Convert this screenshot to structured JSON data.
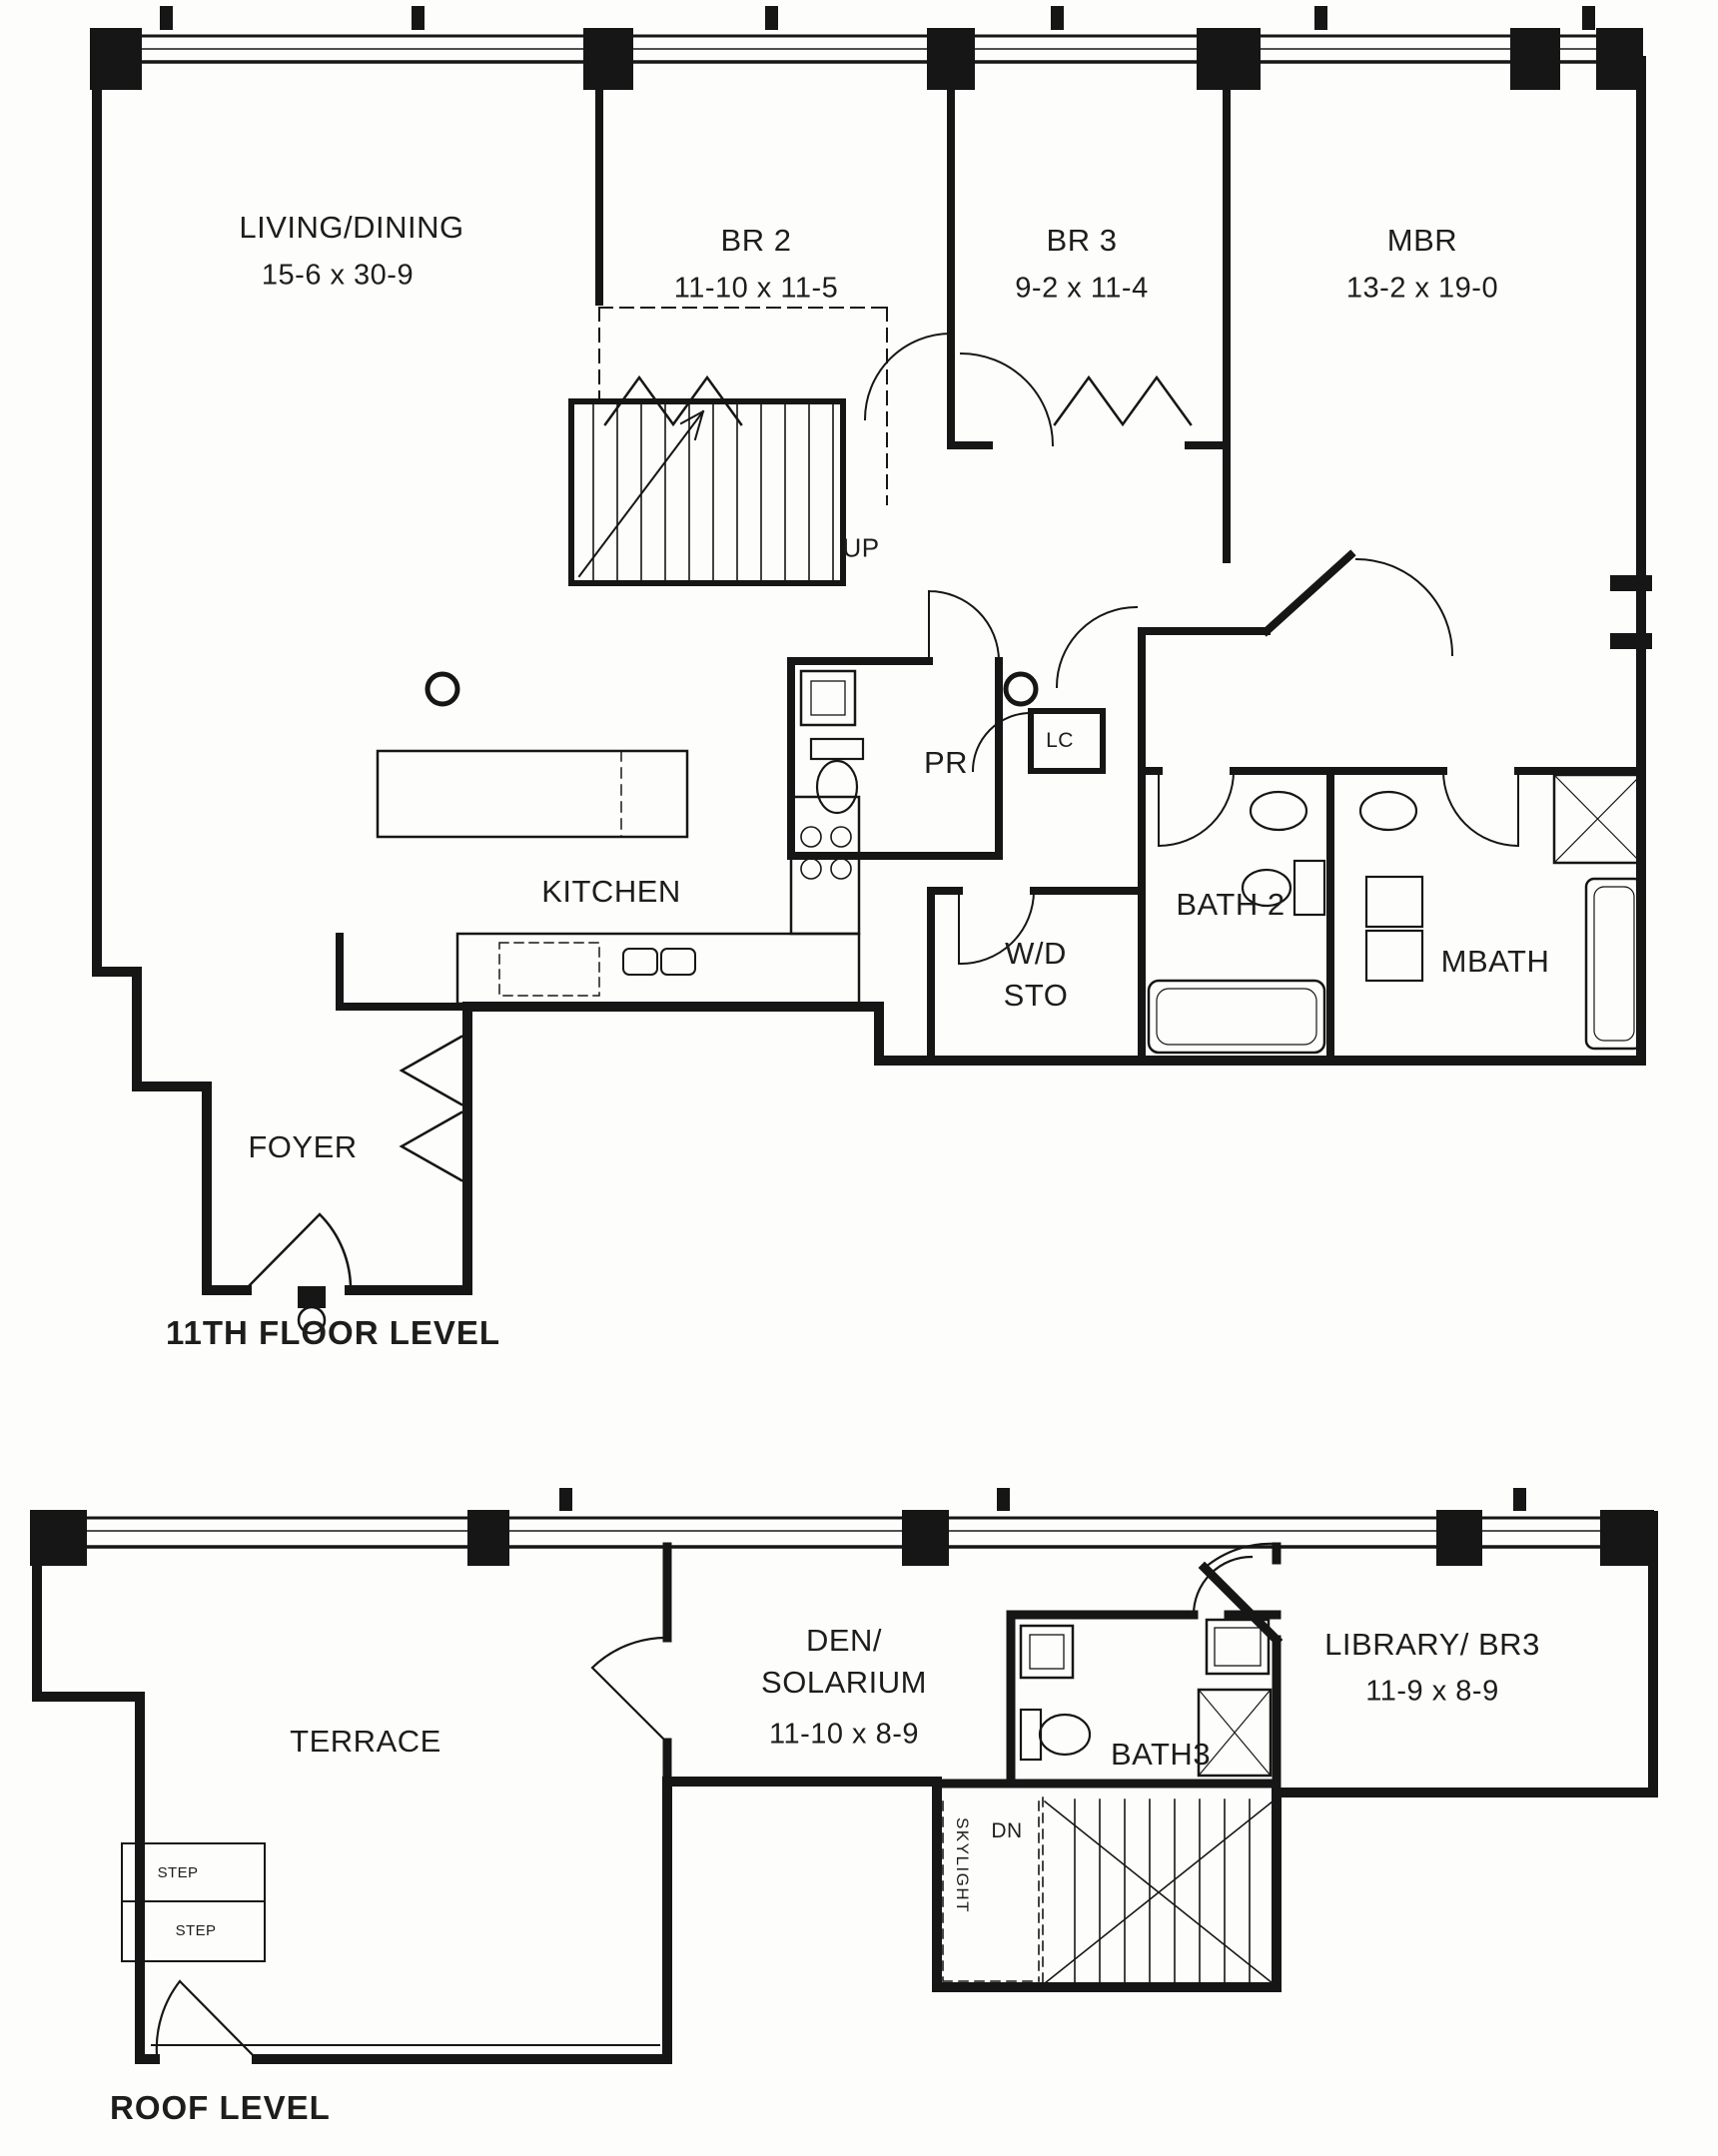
{
  "floor11": {
    "caption": "11TH FLOOR LEVEL",
    "living": {
      "name": "LIVING/DINING",
      "dim": "15-6 x 30-9"
    },
    "br2": {
      "name": "BR 2",
      "dim": "11-10 x 11-5"
    },
    "br3": {
      "name": "BR 3",
      "dim": "9-2 x 11-4"
    },
    "mbr": {
      "name": "MBR",
      "dim": "13-2 x 19-0"
    },
    "up": "UP",
    "kitchen": "KITCHEN",
    "pr": "PR",
    "lc": "LC",
    "bath2": "BATH 2",
    "mbath": "MBATH",
    "wd": {
      "line1": "W/D",
      "line2": "STO"
    },
    "foyer": "FOYER"
  },
  "roof": {
    "caption": "ROOF LEVEL",
    "terrace": "TERRACE",
    "den": {
      "line1": "DEN/",
      "line2": "SOLARIUM",
      "dim": "11-10 x 8-9"
    },
    "bath3": "BATH3",
    "library": {
      "name": "LIBRARY/ BR3",
      "dim": "11-9 x 8-9"
    },
    "skylight": "SKYLIGHT",
    "dn": "DN",
    "step1": "STEP",
    "step2": "STEP"
  }
}
